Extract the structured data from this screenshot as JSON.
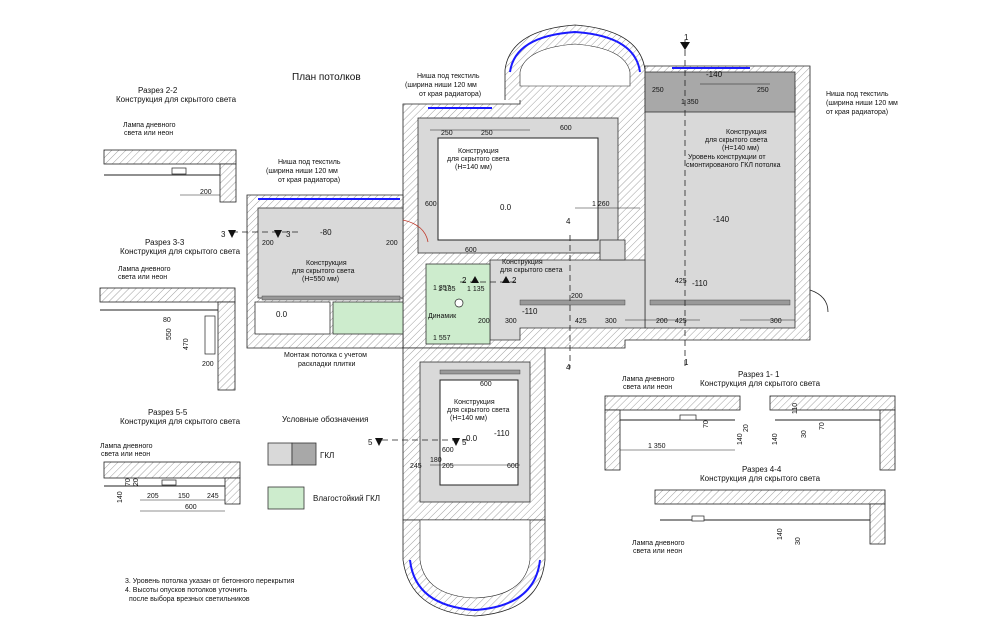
{
  "title": "План потолков",
  "niche_top": [
    "Ниша под текстиль",
    "(ширина ниши 120 мм",
    "от края радиатора)"
  ],
  "niche_right": [
    "Ниша под текстиль",
    "(ширина ниши 120 мм",
    "от края радиатора)"
  ],
  "niche_left": [
    "Ниша под текстиль",
    "(ширина ниши 120 мм",
    "от края радиатора)"
  ],
  "construction_140": [
    "Конструкция",
    "для скрытого света",
    "(Н=140 мм)"
  ],
  "construction_right": [
    "Конструкция",
    "для скрытого света",
    "(Н=140 мм)"
  ],
  "level_note": [
    "Уровень конструкции от",
    "смонтированого ГКЛ потолка"
  ],
  "construction_550": [
    "Конструкция",
    "для скрытого света",
    "(Н=550 мм)"
  ],
  "construction_mid": [
    "Конструкция",
    "для скрытого света"
  ],
  "construction_bottom": [
    "Конструкция",
    "для скрытого света",
    "(Н=140 мм)"
  ],
  "tile_note": [
    "Монтаж потолка с учетом",
    "раскладки плитки"
  ],
  "speaker": "Динамик",
  "section_2": {
    "title": "Разрез 2-2",
    "subtitle": "Конструкция для скрытого света",
    "lamp": [
      "Лампа дневного",
      "света или неон"
    ],
    "dim": "200"
  },
  "section_3": {
    "title": "Разрез 3-3",
    "subtitle": "Конструкция для скрытого света",
    "lamp": [
      "Лампа дневного",
      "света или неон"
    ],
    "dims": [
      "80",
      "550",
      "470",
      "200"
    ]
  },
  "section_5": {
    "title": "Разрез 5-5",
    "subtitle": "Конструкция для скрытого света",
    "lamp": [
      "Лампа дневного",
      "света или неон"
    ],
    "dims": [
      "140",
      "70",
      "20",
      "205",
      "150",
      "245",
      "600"
    ]
  },
  "section_1": {
    "title": "Разрез 1- 1",
    "subtitle": "Конструкция для скрытого света",
    "lamp": [
      "Лампа дневного",
      "света или неон"
    ],
    "dims": [
      "70",
      "140",
      "20",
      "1 350",
      "110",
      "140",
      "30",
      "70"
    ]
  },
  "section_4": {
    "title": "Разрез 4-4",
    "subtitle": "Конструкция для скрытого света",
    "lamp": [
      "Лампа дневного",
      "света или неон"
    ],
    "dims": [
      "140",
      "30"
    ]
  },
  "legend": {
    "title": "Условные обозначения",
    "gkl": "ГКЛ",
    "wet": "Влагостойкий ГКЛ"
  },
  "notes": [
    "3. Уровень потолка указан от бетонного перекрытия",
    "4. Высоты опусков потолков уточнить",
    "после выбора врезных светильников"
  ],
  "levels": {
    "top_room": "0.0",
    "right_room": "-140",
    "right_top": "-140",
    "left_room": "-80",
    "left_small": "0.0",
    "hall": "-110",
    "hall_right": "-110",
    "bottom_room": "0.0",
    "bottom_right": "-110"
  },
  "dims": {
    "d250a": "250",
    "d250b": "250",
    "d250c": "250",
    "d250d": "250",
    "d600a": "600",
    "d600b": "600",
    "d600c": "600",
    "d1260": "1 260",
    "d1350": "1 350",
    "d200a": "200",
    "d200b": "200",
    "d1357": "1 357",
    "d1135a": "1 135",
    "d1135b": "1 135",
    "d1557": "1 557",
    "d300a": "300",
    "d300b": "300",
    "d300c": "300",
    "d425a": "425",
    "d425b": "425",
    "d425c": "425",
    "d200c": "200",
    "d200d": "200",
    "d200e": "200",
    "d600d": "600",
    "d600e": "600",
    "d600f": "600",
    "d245": "245",
    "d205": "205",
    "d180": "180"
  },
  "marks": {
    "m1": "1",
    "m1b": "1",
    "m2": "2",
    "m2b": "2",
    "m3": "3",
    "m3b": "3",
    "m4": "4",
    "m4b": "4",
    "m5": "5",
    "m5b": "5"
  },
  "colors": {
    "gkl": "#d9d9d9",
    "wet": "#cdeccd",
    "window": "#1a1aff"
  }
}
